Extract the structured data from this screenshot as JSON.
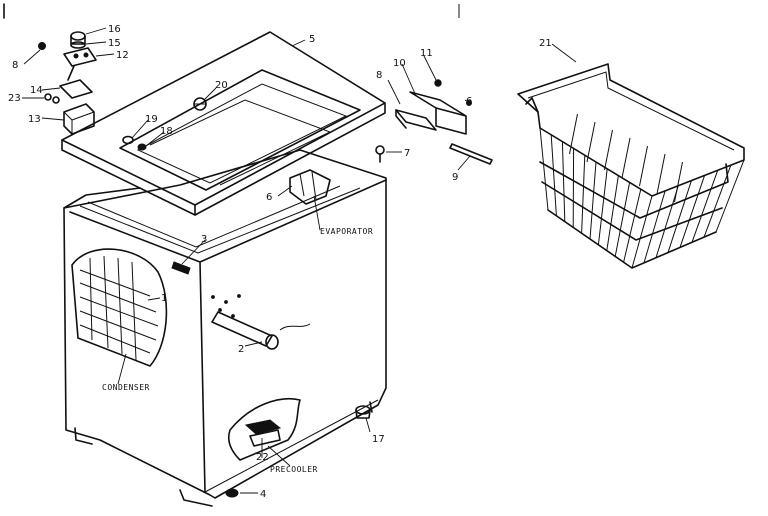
{
  "labels": {
    "p1": "1",
    "p2": "2",
    "p3": "3",
    "p4": "4",
    "p5": "5",
    "p6": "6",
    "p7": "7",
    "p8": "8",
    "p9": "9",
    "p10": "10",
    "p11": "11",
    "p12": "12",
    "p13": "13",
    "p14": "14",
    "p15": "15",
    "p16": "16",
    "p17": "17",
    "p18": "18",
    "p19": "19",
    "p20": "20",
    "p21": "21",
    "p22": "22",
    "p23": "23"
  },
  "captions": {
    "evaporator": "EVAPORATOR",
    "condenser": "CONDENSER",
    "precooler": "PRECOOLER"
  }
}
